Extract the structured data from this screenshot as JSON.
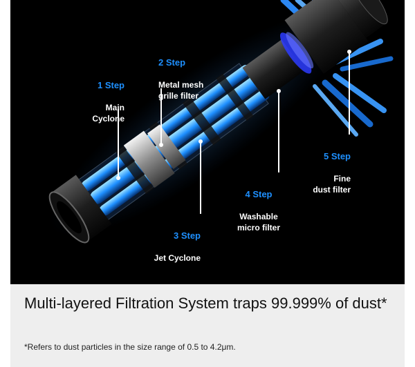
{
  "steps": [
    {
      "step": "1 Step",
      "desc": "Main\nCyclone"
    },
    {
      "step": "2 Step",
      "desc": "Metal mesh\ngrille filter"
    },
    {
      "step": "3 Step",
      "desc": "Jet Cyclone"
    },
    {
      "step": "4 Step",
      "desc": "Washable\nmicro filter"
    },
    {
      "step": "5 Step",
      "desc": "Fine\ndust filter"
    }
  ],
  "headline": "Multi-layered Filtration System traps 99.999% of dust*",
  "footnote": "*Refers to dust particles in the size range of 0.5 to 4.2μm.",
  "colors": {
    "accent": "#1e90ff",
    "background": "#000000",
    "footer_bg": "#eeeeee"
  }
}
